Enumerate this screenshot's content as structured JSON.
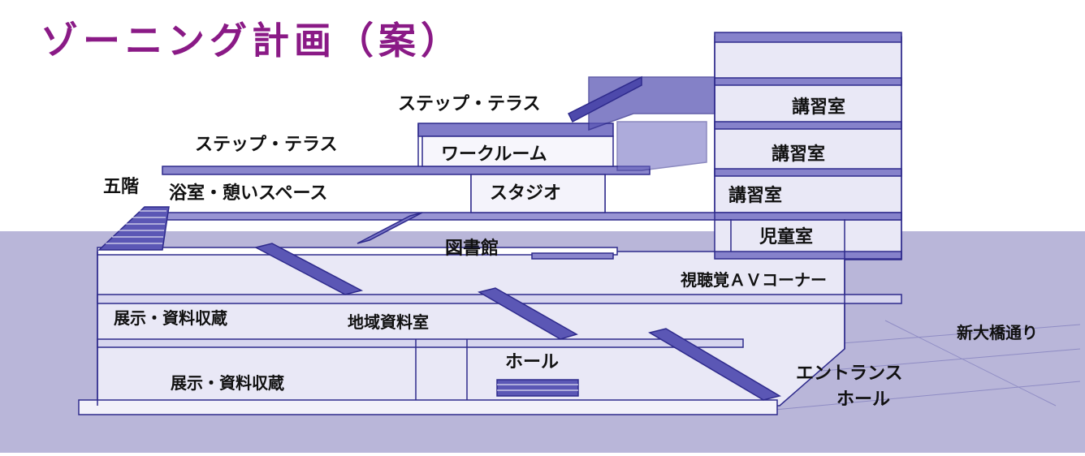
{
  "title": "ゾーニング計画（案）",
  "colors": {
    "title": "#8a1a86",
    "sky": "#ffffff",
    "ground": "#b9b6d9",
    "line": "#2e2a8c",
    "fill": "#5b57b5"
  },
  "labels": {
    "step_terrace_upper": "ステップ・テラス",
    "step_terrace_lower": "ステップ・テラス",
    "workroom": "ワークルーム",
    "lecture_room_1": "講習室",
    "lecture_room_2": "講習室",
    "lecture_room_3": "講習室",
    "fifth_floor": "五階",
    "bath_lounge": "浴室・憩いスペース",
    "studio": "スタジオ",
    "children_room": "児童室",
    "library": "図書館",
    "av_corner": "視聴覚ＡＶコーナー",
    "exhibit_storage_upper": "展示・資料収蔵",
    "local_archives": "地域資料室",
    "shin_ohashi_street": "新大橋通り",
    "hall": "ホール",
    "exhibit_storage_lower": "展示・資料収蔵",
    "entrance_hall_line1": "エントランス",
    "entrance_hall_line2": "ホール"
  }
}
